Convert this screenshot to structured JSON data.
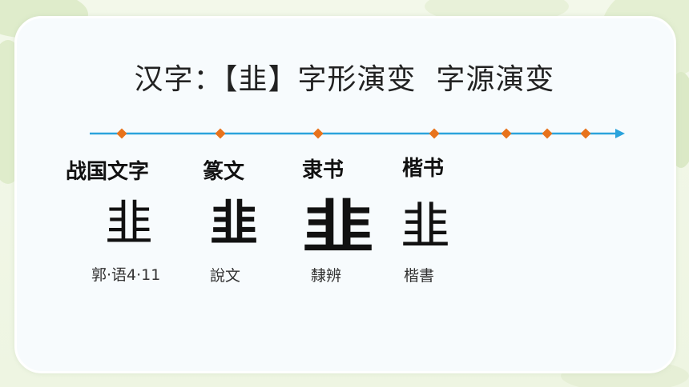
{
  "title": "汉字：【韭】字形演变  字源演变",
  "timeline": {
    "line_color": "#2ba3dc",
    "marker_color": "#e8731c",
    "marker_count": 7
  },
  "eras": [
    {
      "label": "战国文字",
      "glyph": "韭",
      "source": "郭·语4·11"
    },
    {
      "label": "篆文",
      "glyph": "韭",
      "source": "說文"
    },
    {
      "label": "隶书",
      "glyph": "韭",
      "source": "隸辨"
    },
    {
      "label": "楷书",
      "glyph": "韭",
      "source": "楷書"
    }
  ]
}
